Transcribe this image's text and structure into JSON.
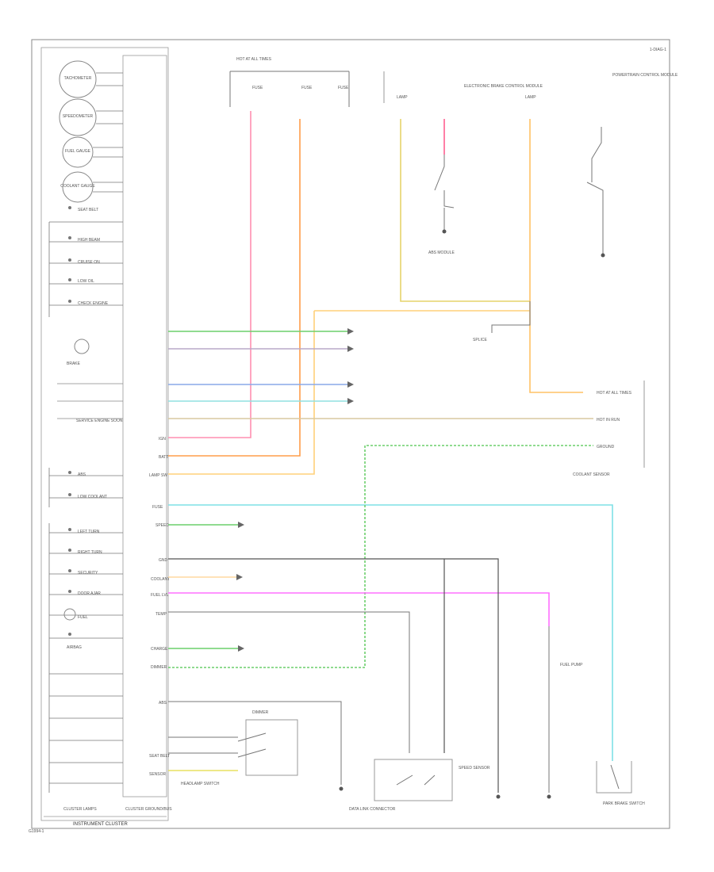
{
  "page": {
    "corner_ref": "1-DIAG-1",
    "bottom_left_ref": "G1994-1"
  },
  "cluster": {
    "footer_label": "INSTRUMENT CLUSTER",
    "left_caption": "CLUSTER LAMPS",
    "right_caption": "CLUSTER GROUND/BUS",
    "gauge_labels": [
      "TACHOMETER",
      "SPEEDOMETER",
      "FUEL GAUGE",
      "COOLANT GAUGE"
    ],
    "indicator_labels": [
      "SEAT BELT",
      "HIGH BEAM",
      "CRUISE ON",
      "LOW OIL",
      "CHECK ENGINE",
      "BRAKE",
      "SERVICE ENGINE SOON",
      "ABS",
      "LOW COOLANT",
      "LEFT TURN",
      "RIGHT TURN",
      "SECURITY",
      "DOOR AJAR",
      "FUEL",
      "AIRBAG"
    ],
    "pin_labels": [
      "IGN",
      "BATT",
      "LAMP SW",
      "FUSE",
      "SPEED",
      "GND",
      "COOLANT",
      "FUEL LVL",
      "TEMP",
      "CHARGE",
      "DIMMER",
      "ABS",
      "SEAT BELT",
      "SENSOR"
    ]
  },
  "fuse_block": {
    "title": "HOT AT ALL TIMES",
    "items": [
      "FUSE",
      "FUSE",
      "FUSE"
    ]
  },
  "top_devices": {
    "left": "LAMP",
    "center": "ELECTRONIC BRAKE CONTROL MODULE",
    "right": "LAMP",
    "far_right": "POWERTRAIN CONTROL MODULE"
  },
  "connectors": {
    "splice_note": "SPLICE",
    "right_group": [
      "HOT AT ALL TIMES",
      "HOT IN RUN",
      "GROUND"
    ]
  },
  "callouts": [
    "DATA LINK CONNECTOR",
    "SPEED SENSOR",
    "DIMMER",
    "HEADLAMP SWITCH",
    "ABS MODULE",
    "PARK BRAKE SWITCH",
    "FUEL PUMP",
    "COOLANT SENSOR"
  ]
}
